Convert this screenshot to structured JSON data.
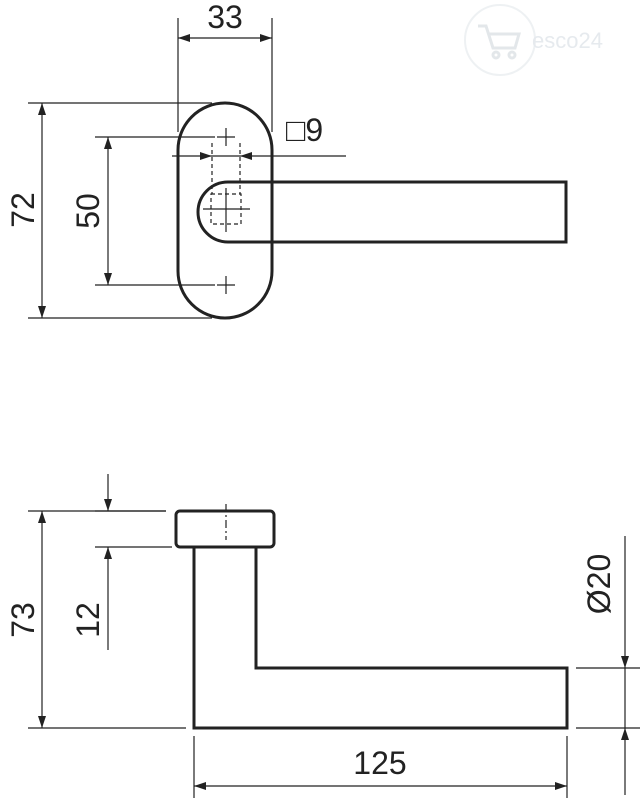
{
  "drawing": {
    "top_view": {
      "width_dim": "33",
      "height_dim": "72",
      "hole_spacing_dim": "50",
      "square_dim": "□9"
    },
    "side_view": {
      "height_dim": "73",
      "rose_dim": "12",
      "length_dim": "125",
      "diameter_dim": "Ø20"
    }
  },
  "watermark": {
    "brand": "esco24",
    "icon": "shopping-cart-icon"
  },
  "colors": {
    "line": "#222222",
    "watermark": "#e6eaee"
  }
}
